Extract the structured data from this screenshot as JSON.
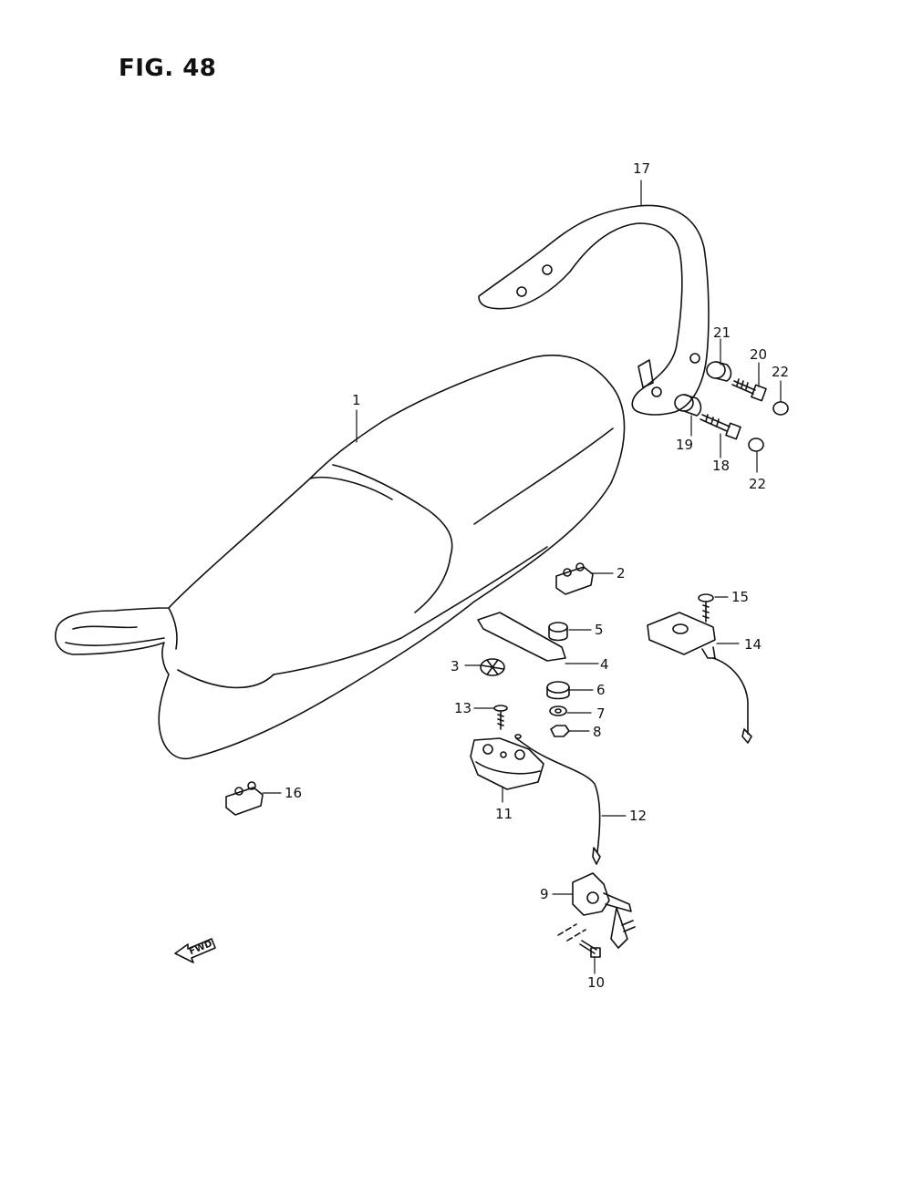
{
  "figure": {
    "title": "FIG. 48",
    "fwd_label": "FWD"
  },
  "callouts": [
    {
      "id": "c1",
      "text": "1"
    },
    {
      "id": "c2",
      "text": "2"
    },
    {
      "id": "c3",
      "text": "3"
    },
    {
      "id": "c4",
      "text": "4"
    },
    {
      "id": "c5",
      "text": "5"
    },
    {
      "id": "c6",
      "text": "6"
    },
    {
      "id": "c7",
      "text": "7"
    },
    {
      "id": "c8",
      "text": "8"
    },
    {
      "id": "c9",
      "text": "9"
    },
    {
      "id": "c10",
      "text": "10"
    },
    {
      "id": "c11",
      "text": "11"
    },
    {
      "id": "c12",
      "text": "12"
    },
    {
      "id": "c13",
      "text": "13"
    },
    {
      "id": "c14",
      "text": "14"
    },
    {
      "id": "c15",
      "text": "15"
    },
    {
      "id": "c16",
      "text": "16"
    },
    {
      "id": "c17",
      "text": "17"
    },
    {
      "id": "c18",
      "text": "18"
    },
    {
      "id": "c19",
      "text": "19"
    },
    {
      "id": "c20",
      "text": "20"
    },
    {
      "id": "c21",
      "text": "21"
    },
    {
      "id": "c22a",
      "text": "22"
    },
    {
      "id": "c22b",
      "text": "22"
    }
  ]
}
